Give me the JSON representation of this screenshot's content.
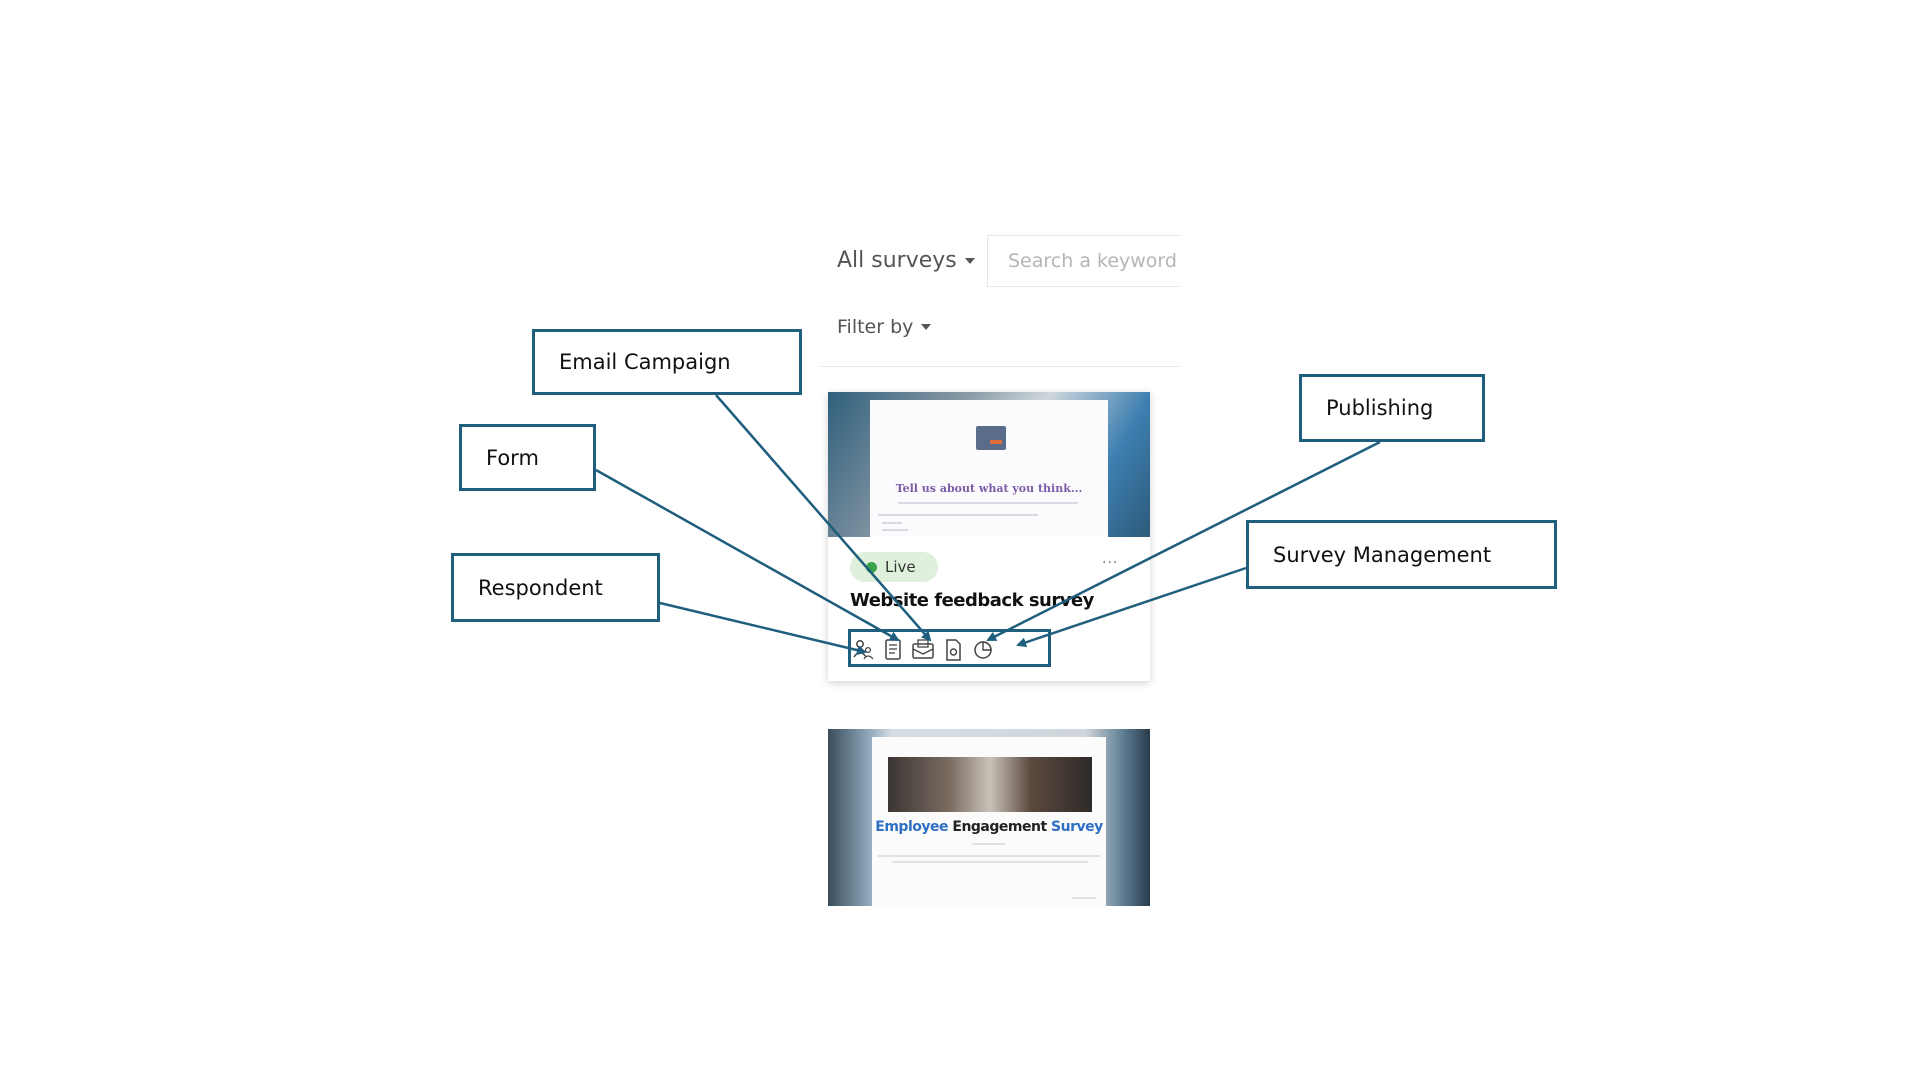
{
  "toolbar": {
    "all_surveys_label": "All surveys",
    "search_placeholder": "Search a keyword",
    "filter_label": "Filter by"
  },
  "cards": [
    {
      "thumbnail_title": "Tell us about what you think...",
      "status": "Live",
      "more_label": "...",
      "title": "Website feedback survey",
      "actions": [
        "respondent-icon",
        "form-icon",
        "email-campaign-icon",
        "publishing-icon",
        "survey-management-icon"
      ]
    },
    {
      "thumbnail_title_part1": "Employee",
      "thumbnail_title_part2": "Engagement",
      "thumbnail_title_part3": "Survey"
    }
  ],
  "callouts": {
    "email_campaign": "Email Campaign",
    "form": "Form",
    "respondent": "Respondent",
    "publishing": "Publishing",
    "survey_management": "Survey Management"
  },
  "colors": {
    "callout_border": "#1f5e7d",
    "live_badge_bg": "#dff0dc",
    "live_dot": "#39a34a",
    "title_blue": "#2e6fc4"
  }
}
